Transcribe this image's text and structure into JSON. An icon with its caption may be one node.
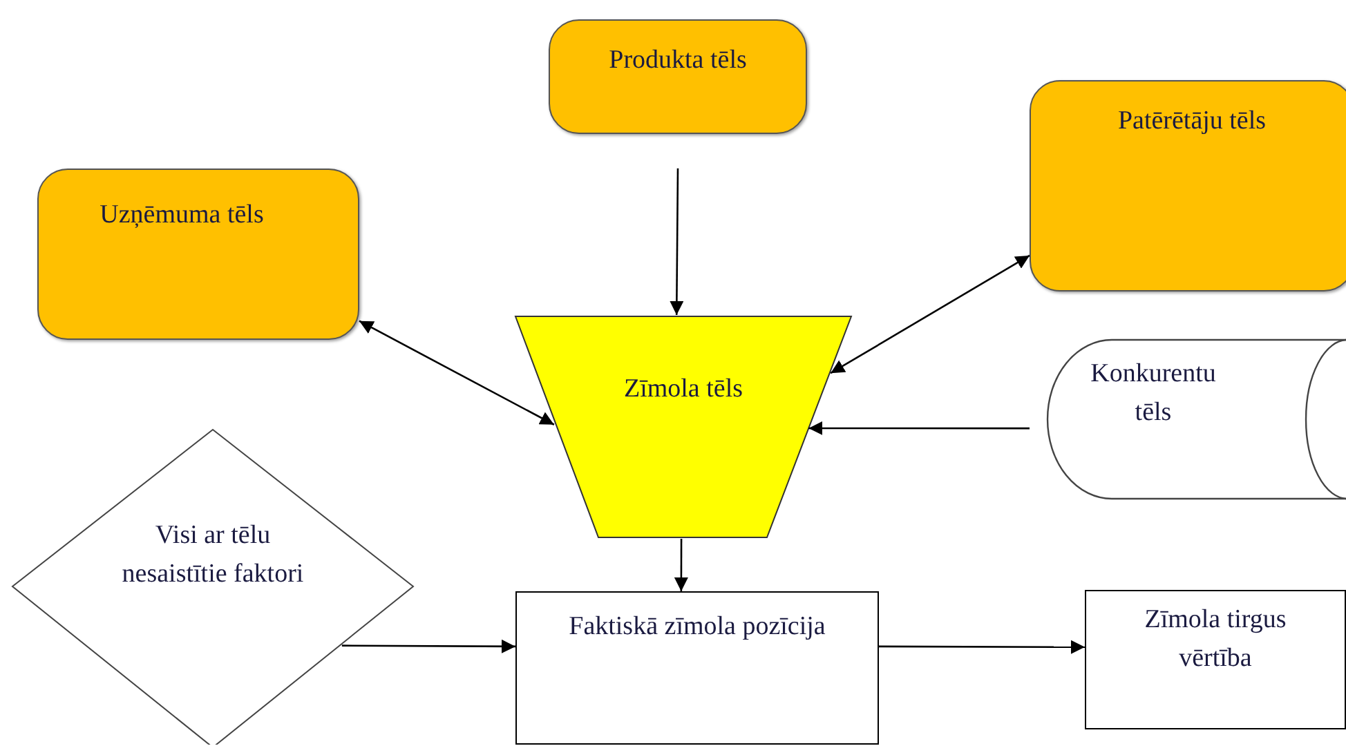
{
  "diagram": {
    "nodes": [
      {
        "text": [
          "Produkta tēls"
        ]
      },
      {
        "text": [
          "Patērētāju tēls"
        ]
      },
      {
        "text": [
          "Uzņēmuma tēls"
        ]
      },
      {
        "text": [
          "Zīmola tēls"
        ]
      },
      {
        "text": [
          "Konkurentu tēls"
        ]
      },
      {
        "text": [
          "Visi ar tēlu nesaistītie faktori"
        ]
      },
      {
        "text": [
          "Faktiskā zīmola pozīcija"
        ]
      },
      {
        "text": [
          "Zīmola tirgus vērtība"
        ]
      }
    ],
    "edges": [
      {
        "from": 0,
        "to": 3,
        "arrow": "to"
      },
      {
        "from": 2,
        "to": 3,
        "arrow": "both"
      },
      {
        "from": 1,
        "to": 3,
        "arrow": "both"
      },
      {
        "from": 4,
        "to": 3,
        "arrow": "to"
      },
      {
        "from": 3,
        "to": 6,
        "arrow": "to"
      },
      {
        "from": 5,
        "to": 6,
        "arrow": "to"
      },
      {
        "from": 6,
        "to": 7,
        "arrow": "to"
      }
    ]
  }
}
